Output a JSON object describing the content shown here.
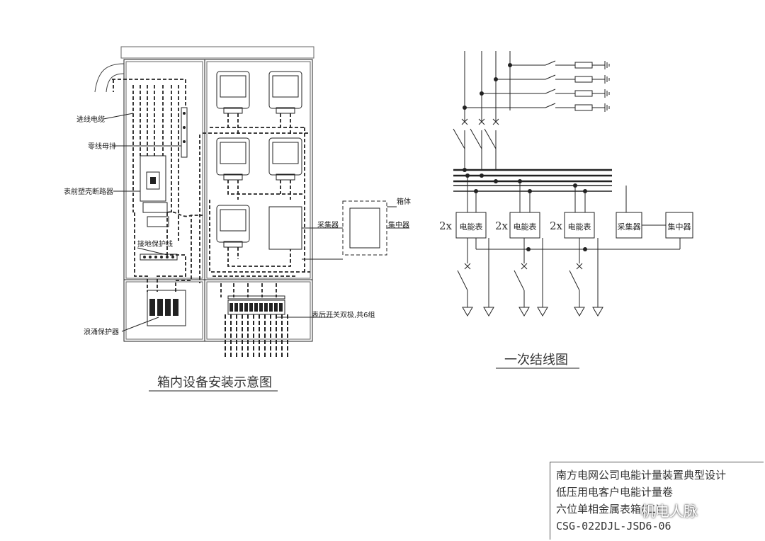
{
  "left_diagram": {
    "caption": "箱内设备安装示意图",
    "labels": {
      "incoming_cable": "进线电缆",
      "neutral_bar": "零线母排",
      "breaker": "表前塑壳断路器",
      "ground_bar": "接地保护线",
      "surge": "浪涌保护器",
      "collector": "采集器",
      "enclosure": "箱体",
      "concentrator": "集中器",
      "switches": "表后开关双极,共6组"
    }
  },
  "right_diagram": {
    "caption": "一次结线图",
    "meter_label": "电能表",
    "multiplier": "2x",
    "collector": "采集器",
    "concentrator": "集中器"
  },
  "title_block": {
    "line1": "南方电网公司电能计量装置典型设计",
    "line2": "低压用电客户电能计量卷",
    "line3": "六位单相金属表箱(二)",
    "line4": "CSG-022DJL-JSD6-06"
  },
  "watermark": "机电人脉"
}
